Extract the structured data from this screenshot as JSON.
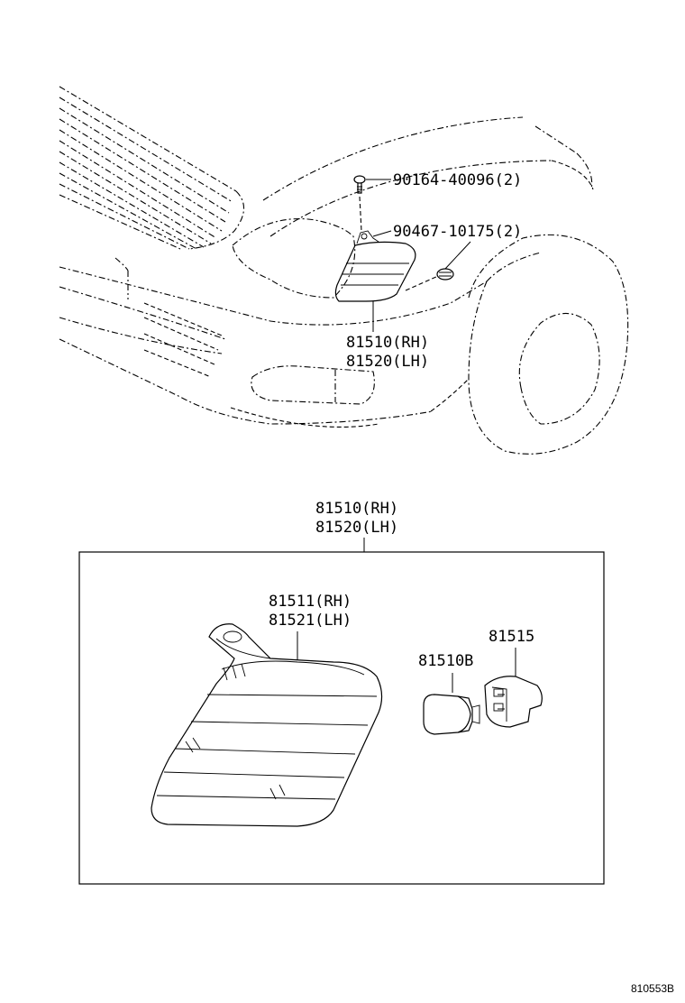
{
  "callouts": {
    "screw": "90164-40096(2)",
    "nut": "90467-10175(2)",
    "lamp_assy_rh_top": "81510(RH)",
    "lamp_assy_lh_top": "81520(LH)",
    "lamp_assy_rh_box": "81510(RH)",
    "lamp_assy_lh_box": "81520(LH)",
    "lens_rh": "81511(RH)",
    "lens_lh": "81521(LH)",
    "socket": "81515",
    "bulb": "81510B"
  },
  "figure_ref": "810553B"
}
